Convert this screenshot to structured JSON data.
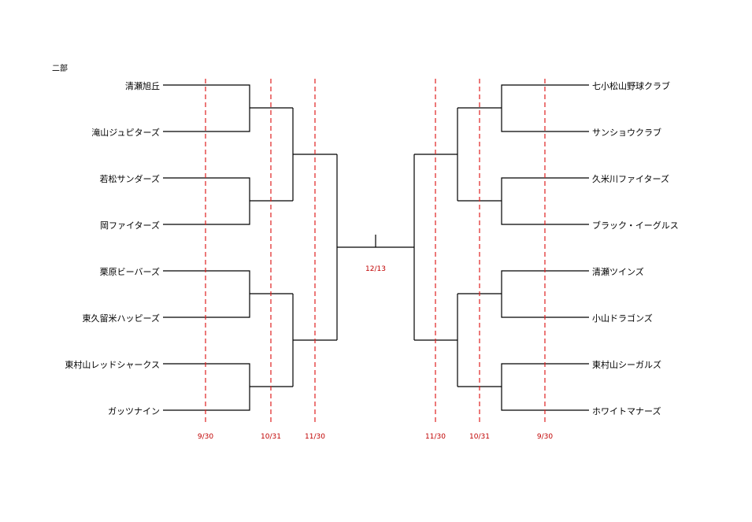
{
  "section_title": "二部",
  "colors": {
    "bracket_line": "#000000",
    "date_line": "#e02020",
    "date_text": "#c00000"
  },
  "left_teams": [
    "清瀬旭丘",
    "滝山ジュピターズ",
    "若松サンダーズ",
    "岡ファイターズ",
    "栗原ビーバーズ",
    "東久留米ハッピーズ",
    "東村山レッドシャークス",
    "ガッツナイン"
  ],
  "right_teams": [
    "七小松山野球クラブ",
    "サンショウクラブ",
    "久米川ファイターズ",
    "ブラック・イーグルス",
    "清瀬ツインズ",
    "小山ドラゴンズ",
    "東村山シーガルズ",
    "ホワイトマナーズ"
  ],
  "round_dates": {
    "round1": "9/30",
    "round2": "10/31",
    "round3": "11/30",
    "final": "12/13"
  }
}
